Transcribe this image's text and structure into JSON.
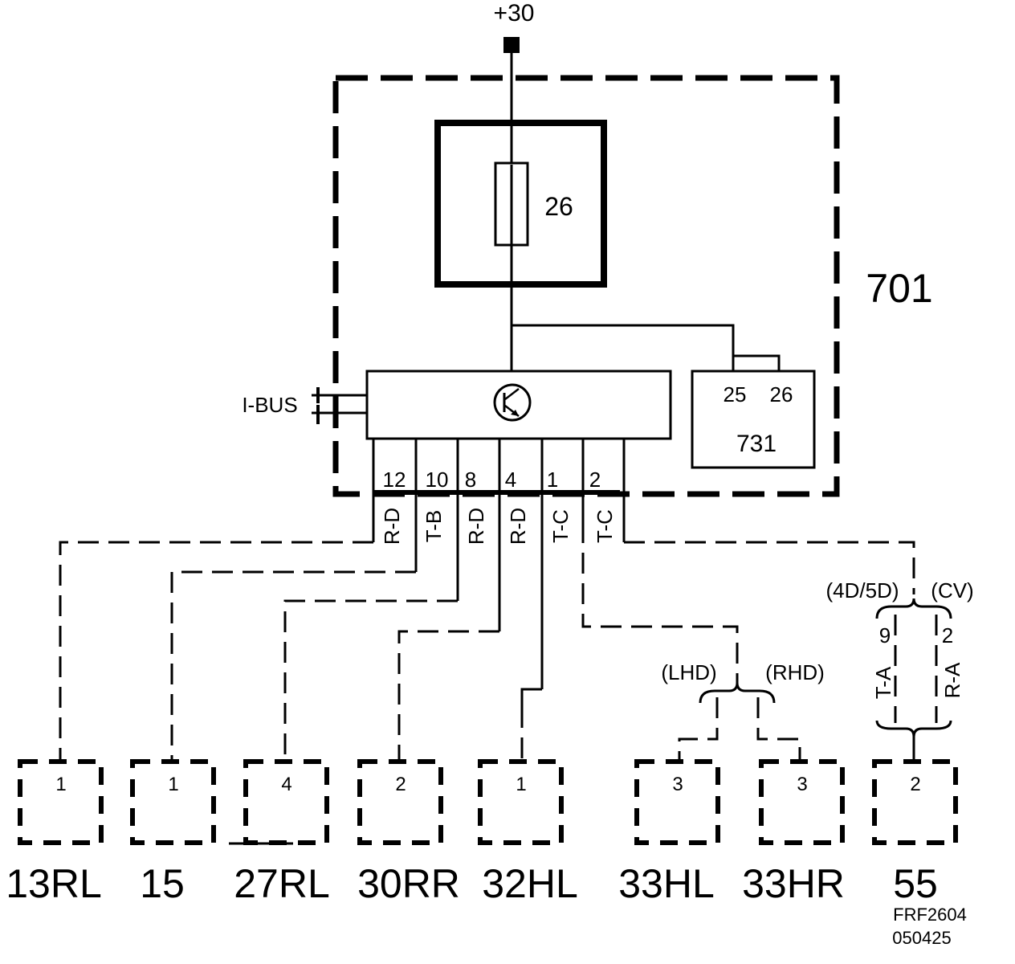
{
  "diagram": {
    "supply_label": "+30",
    "module_id": "701",
    "fuse_label": "26",
    "ibus_label": "I-BUS",
    "submodule": {
      "id": "731",
      "pin_a": "25",
      "pin_b": "26"
    },
    "pins": [
      {
        "pin": "12",
        "wire": "R-D"
      },
      {
        "pin": "10",
        "wire": "T-B"
      },
      {
        "pin": "8",
        "wire": "R-D"
      },
      {
        "pin": "4",
        "wire": "R-D"
      },
      {
        "pin": "1",
        "wire": "T-C"
      },
      {
        "pin": "2",
        "wire": "T-C"
      }
    ],
    "variants": {
      "lhd": "(LHD)",
      "rhd": "(RHD)",
      "d4d5": "(4D/5D)",
      "cv": "(CV)",
      "pin_left": "9",
      "pin_right": "2",
      "wire_left": "T-A",
      "wire_right": "R-A"
    },
    "connectors": [
      {
        "id": "13RL",
        "pin": "1"
      },
      {
        "id": "15",
        "pin": "1"
      },
      {
        "id": "27RL",
        "pin": "4"
      },
      {
        "id": "30RR",
        "pin": "2"
      },
      {
        "id": "32HL",
        "pin": "1"
      },
      {
        "id": "33HL",
        "pin": "3"
      },
      {
        "id": "33HR",
        "pin": "3"
      },
      {
        "id": "55",
        "pin": "2"
      }
    ],
    "drawing_id": "FRF2604",
    "drawing_date": "050425"
  }
}
